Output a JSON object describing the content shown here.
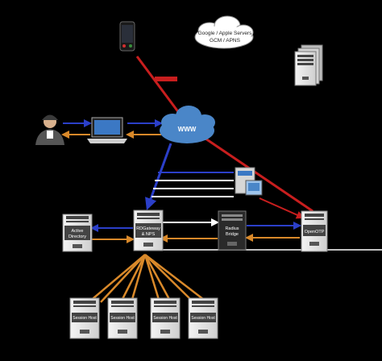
{
  "diagram": {
    "push_cloud": {
      "line1": "Google / Apple Servers",
      "line2": "GCM / APNS"
    },
    "internet": {
      "label": "WWW"
    },
    "servers": {
      "active_directory": {
        "line1": "Active",
        "line2": "Directory"
      },
      "rd_gateway": {
        "line1": "RDGateway",
        "line2": "& NPS"
      },
      "radius_bridge": {
        "line1": "Radius",
        "line2": "Bridge"
      },
      "openotp": {
        "line1": "OpenOTP"
      }
    },
    "session_hosts": [
      "Session Host",
      "Session Host",
      "Session Host",
      "Session Host"
    ],
    "colors": {
      "background": "#000000",
      "red_link": "#c81e1e",
      "blue_link": "#2b3fc9",
      "orange_link": "#d9892a",
      "white_link": "#ffffff",
      "cloud_blue": "#4a86c8",
      "server_body": "#e9e9e9"
    }
  }
}
